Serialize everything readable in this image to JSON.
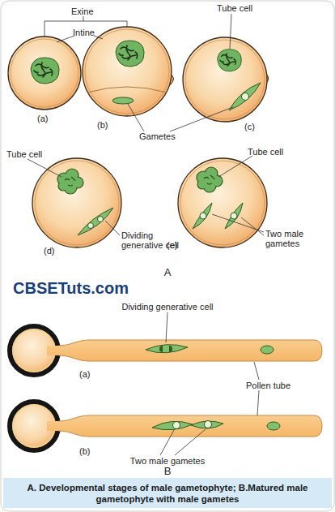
{
  "diagram": {
    "caption": "A. Developmental stages of male gametophyte; B.Matured male gametophyte with male gametes",
    "labels": [
      "Exine",
      "Intine",
      "Tube cell",
      "(a)",
      "(b)",
      "Gametes",
      "(c)",
      "Tube cell",
      "Dividing generative cell",
      "(d)",
      "Tube cell",
      "Two male gametes",
      "(e)",
      "A",
      "CBSETuts.com",
      "Dividing generative cell",
      "(a)",
      "Pollen tube",
      "(b)",
      "Two male gametes",
      "B"
    ]
  }
}
